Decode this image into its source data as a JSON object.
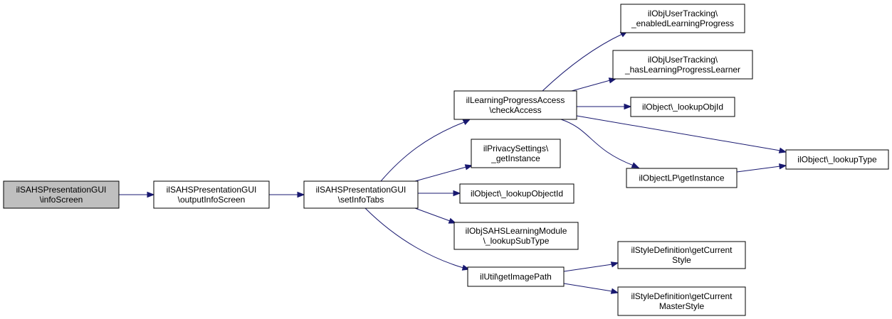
{
  "nodes": {
    "root": {
      "lines": [
        "ilSAHSPresentationGUI",
        "\\infoScreen"
      ],
      "selected": true
    },
    "outputInfoScreen": {
      "lines": [
        "ilSAHSPresentationGUI",
        "\\outputInfoScreen"
      ]
    },
    "setInfoTabs": {
      "lines": [
        "ilSAHSPresentationGUI",
        "\\setInfoTabs"
      ]
    },
    "checkAccess": {
      "lines": [
        "ilLearningProgressAccess",
        "\\checkAccess"
      ]
    },
    "getInstancePrivacy": {
      "lines": [
        "ilPrivacySettings\\",
        "_getInstance"
      ]
    },
    "lookupObjectId": {
      "lines": [
        "ilObject\\_lookupObjectId"
      ]
    },
    "lookupSubType": {
      "lines": [
        "ilObjSAHSLearningModule",
        "\\_lookupSubType"
      ]
    },
    "getImagePath": {
      "lines": [
        "ilUtil\\getImagePath"
      ]
    },
    "enabledLearningProgress": {
      "lines": [
        "ilObjUserTracking\\",
        "_enabledLearningProgress"
      ]
    },
    "hasLearningProgressLearner": {
      "lines": [
        "ilObjUserTracking\\",
        "_hasLearningProgressLearner"
      ]
    },
    "lookupObjId": {
      "lines": [
        "ilObject\\_lookupObjId"
      ]
    },
    "getInstanceLP": {
      "lines": [
        "ilObjectLP\\getInstance"
      ]
    },
    "lookupType": {
      "lines": [
        "ilObject\\_lookupType"
      ]
    },
    "getCurrentStyle": {
      "lines": [
        "ilStyleDefinition\\getCurrent",
        "Style"
      ]
    },
    "getCurrentMasterStyle": {
      "lines": [
        "ilStyleDefinition\\getCurrent",
        "MasterStyle"
      ]
    }
  },
  "edges": [
    [
      "root",
      "outputInfoScreen"
    ],
    [
      "outputInfoScreen",
      "setInfoTabs"
    ],
    [
      "setInfoTabs",
      "checkAccess"
    ],
    [
      "setInfoTabs",
      "getInstancePrivacy"
    ],
    [
      "setInfoTabs",
      "lookupObjectId"
    ],
    [
      "setInfoTabs",
      "lookupSubType"
    ],
    [
      "setInfoTabs",
      "getImagePath"
    ],
    [
      "checkAccess",
      "enabledLearningProgress"
    ],
    [
      "checkAccess",
      "hasLearningProgressLearner"
    ],
    [
      "checkAccess",
      "lookupObjId"
    ],
    [
      "checkAccess",
      "getInstanceLP"
    ],
    [
      "checkAccess",
      "lookupType"
    ],
    [
      "getInstanceLP",
      "lookupType"
    ],
    [
      "getImagePath",
      "getCurrentStyle"
    ],
    [
      "getImagePath",
      "getCurrentMasterStyle"
    ]
  ],
  "colors": {
    "edge": "#191970",
    "selected_fill": "#bfbfbf",
    "node_fill": "#ffffff",
    "node_border": "#000000"
  }
}
